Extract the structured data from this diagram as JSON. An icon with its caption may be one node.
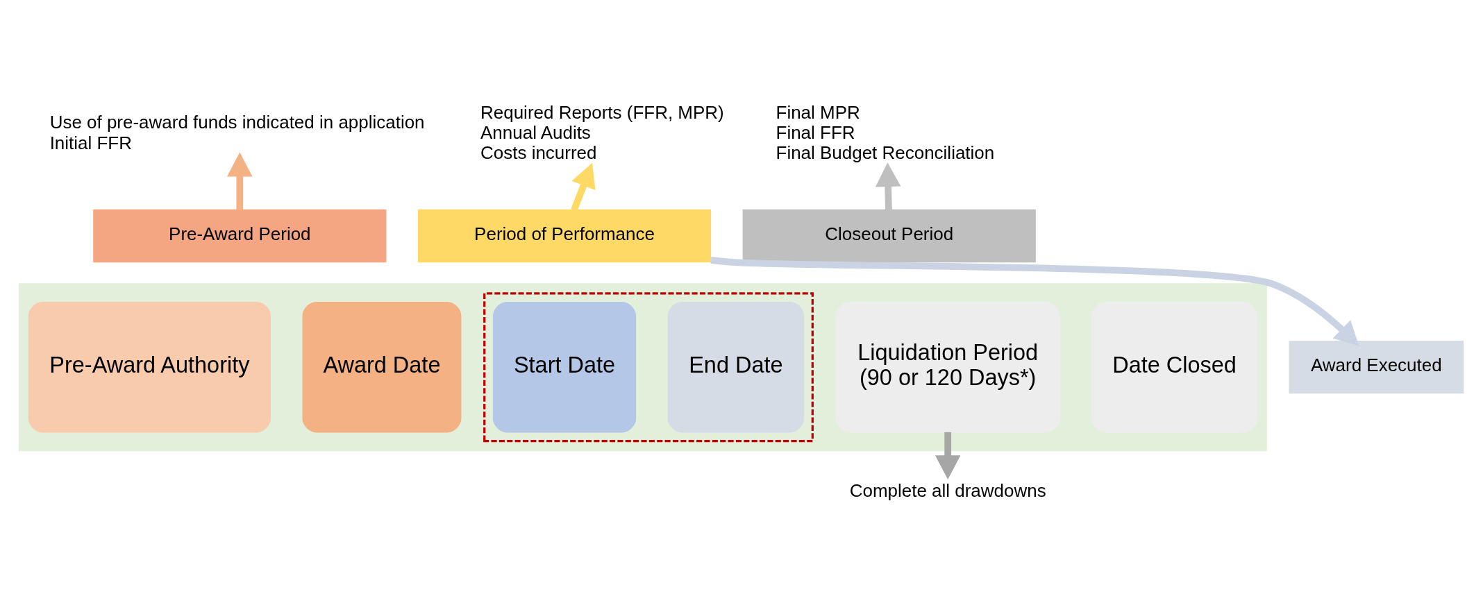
{
  "diagram": {
    "nodes": [
      {
        "text": [
          "Use of pre-award funds indicated in application",
          "Initial FFR"
        ]
      },
      {
        "text": [
          "Pre-Award Period"
        ]
      },
      {
        "text": [
          "Required Reports (FFR, MPR)",
          "Annual Audits",
          "Costs incurred"
        ]
      },
      {
        "text": [
          "Period of Performance"
        ]
      },
      {
        "text": [
          "Final MPR",
          "Final FFR",
          "Final Budget Reconciliation"
        ]
      },
      {
        "text": [
          "Closeout Period"
        ]
      },
      {
        "text": [],
        "shape": "box"
      },
      {
        "text": [
          "Pre-Award Authority"
        ],
        "in": 6
      },
      {
        "text": [
          "Award Date"
        ],
        "in": 6
      },
      {
        "text": [],
        "shape": "box",
        "in": 6
      },
      {
        "text": [
          "Start Date"
        ],
        "in": 9
      },
      {
        "text": [
          "End Date"
        ],
        "in": 9
      },
      {
        "text": [
          "Liquidation Period",
          "(90 or 120 Days*)"
        ],
        "in": 6
      },
      {
        "text": [
          "Date Closed"
        ],
        "in": 6
      },
      {
        "text": [
          "Award Executed"
        ]
      },
      {
        "text": [
          "Complete all drawdowns"
        ]
      }
    ],
    "edges": [
      {
        "from": 1,
        "to": 0,
        "arrow": "to",
        "color": "#f4b183"
      },
      {
        "from": 3,
        "to": 2,
        "arrow": "to",
        "color": "#ffd966"
      },
      {
        "from": 5,
        "to": 4,
        "arrow": "to",
        "color": "#bfbfbf"
      },
      {
        "from": 3,
        "to": 14,
        "arrow": "to",
        "color": "#c9d3e3"
      },
      {
        "from": 12,
        "to": 15,
        "arrow": "to",
        "color": "#a6a6a6"
      }
    ]
  }
}
